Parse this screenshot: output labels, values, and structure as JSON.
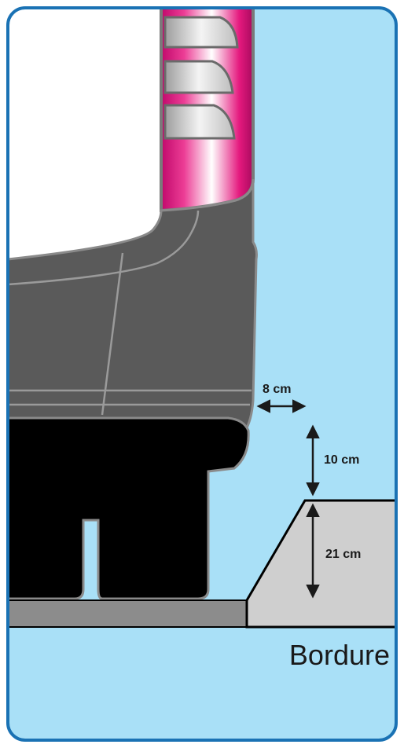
{
  "diagram": {
    "colors": {
      "background": "#a9e0f7",
      "frame_border": "#1a72b4",
      "machine_body": "#5a5a5a",
      "machine_base": "#000000",
      "handle_accent": "#e4197e",
      "curb": "#cfcfcf",
      "ground": "#8c8c8c"
    },
    "labels": {
      "gap_horizontal": "8 cm",
      "gap_vertical": "10 cm",
      "curb_height": "21 cm",
      "curb_name": "Bordure"
    }
  }
}
